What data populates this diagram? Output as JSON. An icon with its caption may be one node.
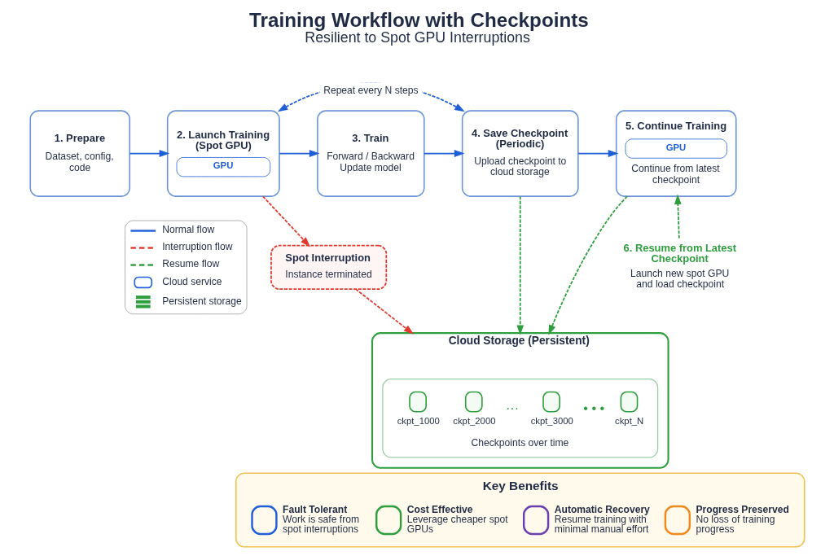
{
  "diagram": {
    "title": "Training Workflow with Checkpoints",
    "nodes": [
      {
        "text": [
          "1. Prepare",
          "Dataset, config, code"
        ]
      },
      {
        "text": [
          "2. Launch Training (Spot GPU)",
          "GPU"
        ]
      },
      {
        "text": [
          "3. Train",
          "Forward / Backward Update model"
        ]
      },
      {
        "text": [
          "4. Save Checkpoint (Periodic)",
          "Upload checkpoint to cloud storage"
        ]
      },
      {
        "text": [
          "5. Continue Training",
          "GPU",
          "Continue from latest checkpoint"
        ]
      },
      {
        "text": [
          "Spot Interruption",
          "Instance terminated"
        ]
      },
      {
        "text": [
          "6. Resume from Latest Checkpoint",
          "Launch new spot GPU and load checkpoint"
        ]
      },
      {
        "text": [
          "Cloud Storage (Persistent)"
        ]
      },
      {
        "text": [
          "ckpt_1000",
          "ckpt_2000",
          "···",
          "ckpt_3000",
          "• • •",
          "ckpt_N",
          "Checkpoints over time"
        ],
        "in": 7
      },
      {
        "text": [
          "Key Benefits",
          "Fault Tolerant",
          "Work is safe from spot interruptions",
          "Cost Effective",
          "Leverage cheaper spot GPUs",
          "Automatic Recovery",
          "Resume training with minimal manual effort",
          "Progress Preserved",
          "No loss of training progress"
        ]
      }
    ],
    "edges": [
      {
        "from": 0,
        "to": 1,
        "arrow": "to"
      },
      {
        "from": 1,
        "to": 2,
        "arrow": "to"
      },
      {
        "from": 2,
        "to": 3,
        "arrow": "to"
      },
      {
        "from": 3,
        "to": 4,
        "arrow": "to"
      },
      {
        "from": 1,
        "to": 3,
        "arrow": "both",
        "label": "Repeat every N steps",
        "style": "dashed"
      },
      {
        "from": 1,
        "to": 5,
        "arrow": "to",
        "style": "dashed",
        "color": "#e03a2f"
      },
      {
        "from": 5,
        "to": 7,
        "arrow": "to",
        "style": "dashed",
        "color": "#e03a2f"
      },
      {
        "from": 3,
        "to": 7,
        "arrow": "to",
        "style": "dashed",
        "color": "#2e9e3e"
      },
      {
        "from": 6,
        "to": 4,
        "arrow": "to",
        "style": "dashed",
        "color": "#2e9e3e"
      },
      {
        "from": 4,
        "to": 7,
        "arrow": "to",
        "style": "dashed",
        "color": "#2e9e3e"
      }
    ],
    "labels": [
      "Resilient to Spot GPU Interruptions"
    ],
    "legend": [
      {
        "text": "Normal flow"
      },
      {
        "text": "Interruption flow"
      },
      {
        "text": "Resume flow"
      },
      {
        "text": "Cloud service"
      },
      {
        "text": "Persistent storage"
      }
    ]
  }
}
